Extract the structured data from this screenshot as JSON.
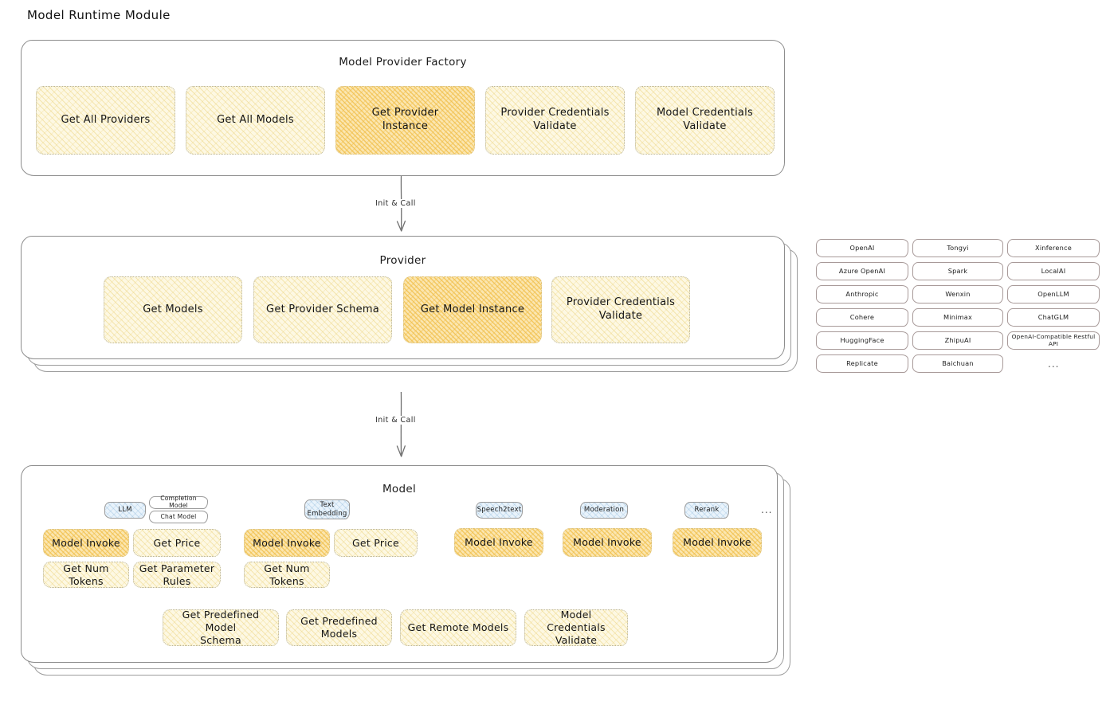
{
  "page": {
    "title": "Model Runtime Module"
  },
  "sections": {
    "factory": {
      "title": "Model Provider Factory",
      "nodes": [
        {
          "label": "Get All Providers",
          "highlight": false
        },
        {
          "label": "Get All Models",
          "highlight": false
        },
        {
          "label": "Get Provider\nInstance",
          "highlight": true
        },
        {
          "label": "Provider Credentials\nValidate",
          "highlight": false
        },
        {
          "label": "Model Credentials\nValidate",
          "highlight": false
        }
      ]
    },
    "provider": {
      "title": "Provider",
      "nodes": [
        {
          "label": "Get Models",
          "highlight": false
        },
        {
          "label": "Get Provider Schema",
          "highlight": false
        },
        {
          "label": "Get Model Instance",
          "highlight": true
        },
        {
          "label": "Provider Credentials\nValidate",
          "highlight": false
        }
      ]
    },
    "model": {
      "title": "Model",
      "type_groups": [
        {
          "type_label": "LLM",
          "sub_chips": [
            "Completion Model",
            "Chat Model"
          ],
          "methods": [
            "Model Invoke",
            "Get Price",
            "Get Num Tokens",
            "Get Parameter\nRules"
          ],
          "highlight_method": "Model Invoke"
        },
        {
          "type_label": "Text\nEmbedding",
          "sub_chips": [],
          "methods": [
            "Model Invoke",
            "Get Price",
            "Get Num Tokens"
          ],
          "highlight_method": "Model Invoke"
        },
        {
          "type_label": "Speech2text",
          "sub_chips": [],
          "methods": [
            "Model Invoke"
          ],
          "highlight_method": "Model Invoke"
        },
        {
          "type_label": "Moderation",
          "sub_chips": [],
          "methods": [
            "Model Invoke"
          ],
          "highlight_method": "Model Invoke"
        },
        {
          "type_label": "Rerank",
          "sub_chips": [],
          "methods": [
            "Model Invoke"
          ],
          "highlight_method": "Model Invoke"
        }
      ],
      "more_indicator": "...",
      "common_methods": [
        "Get Predefined Model\nSchema",
        "Get Predefined\nModels",
        "Get Remote Models",
        "Model Credentials\nValidate"
      ]
    }
  },
  "connectors": [
    {
      "label": "Init & Call",
      "from": "factory",
      "to": "provider"
    },
    {
      "label": "Init & Call",
      "from": "provider",
      "to": "model"
    }
  ],
  "provider_list": {
    "columns": [
      [
        "OpenAI",
        "Azure OpenAI",
        "Anthropic",
        "Cohere",
        "HuggingFace",
        "Replicate"
      ],
      [
        "Tongyi",
        "Spark",
        "Wenxin",
        "Minimax",
        "ZhipuAI",
        "Baichuan"
      ],
      [
        "Xinference",
        "LocalAI",
        "OpenLLM",
        "ChatGLM",
        "OpenAI-Compatible Restful API"
      ]
    ],
    "more_indicator": "..."
  },
  "colors": {
    "cream_fill": "#fdf8e3",
    "cream_hatch": "#ecd583",
    "gold_fill": "#fbe6b0",
    "gold_hatch": "#f0be48",
    "pink_fill": "#fdf0ef",
    "pink_hatch": "#e29691",
    "blue_fill": "#e9f3fb",
    "blue_hatch": "#78aad2",
    "panel_border": "#8d8d8d",
    "node_border": "#b9b49a",
    "text": "#151515",
    "background": "#ffffff"
  }
}
